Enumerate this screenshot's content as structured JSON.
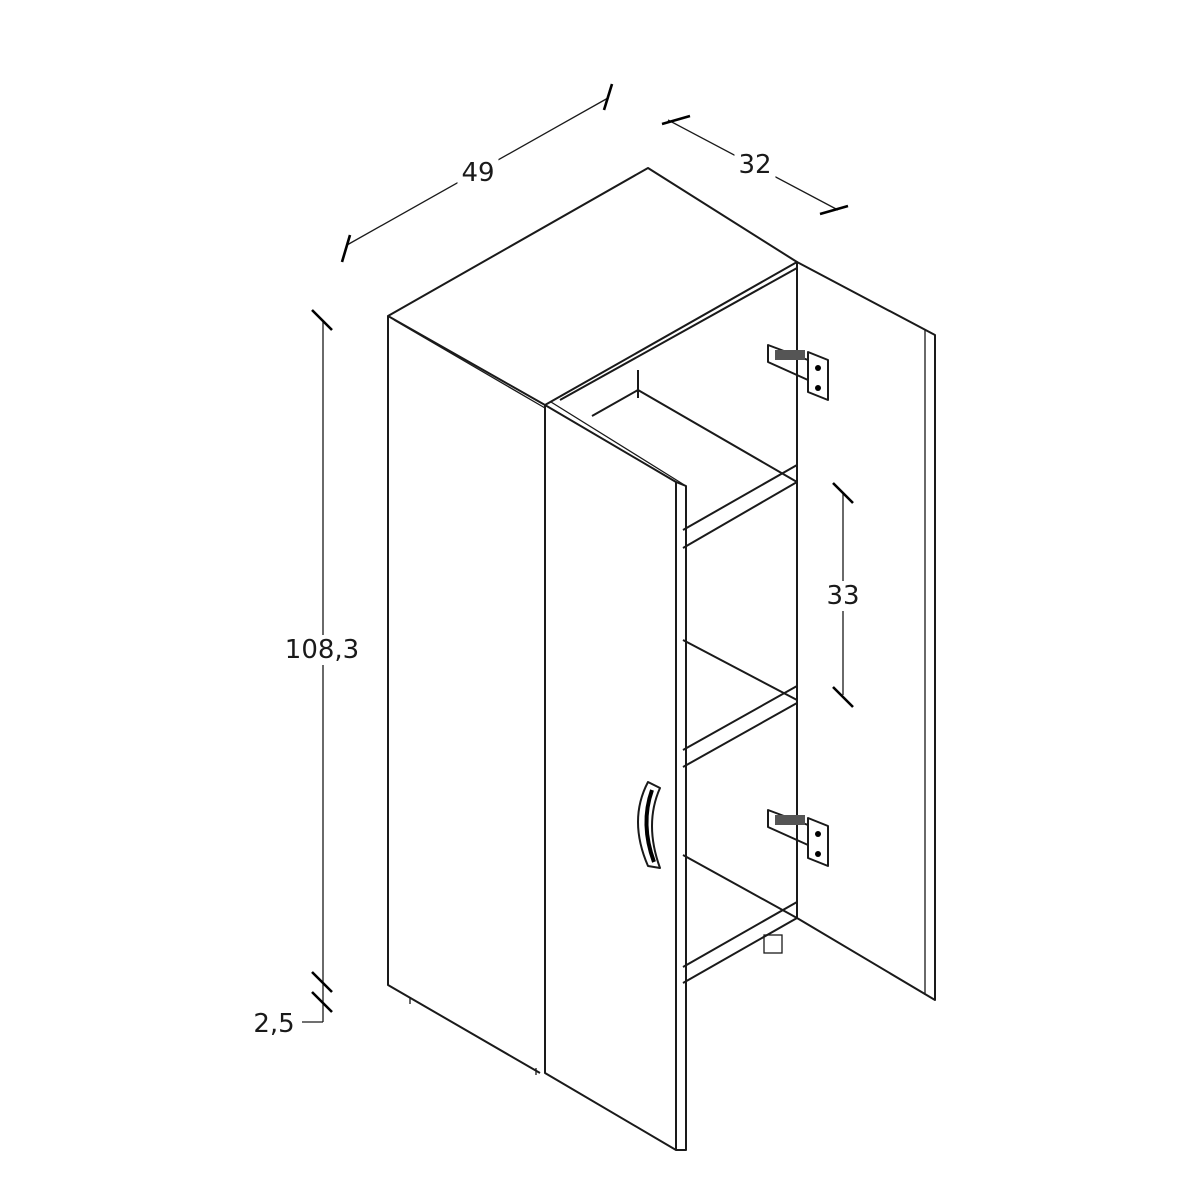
{
  "dimensions": {
    "width": "49",
    "depth": "32",
    "height": "108,3",
    "shelf_spacing": "33",
    "foot_height": "2,5"
  }
}
